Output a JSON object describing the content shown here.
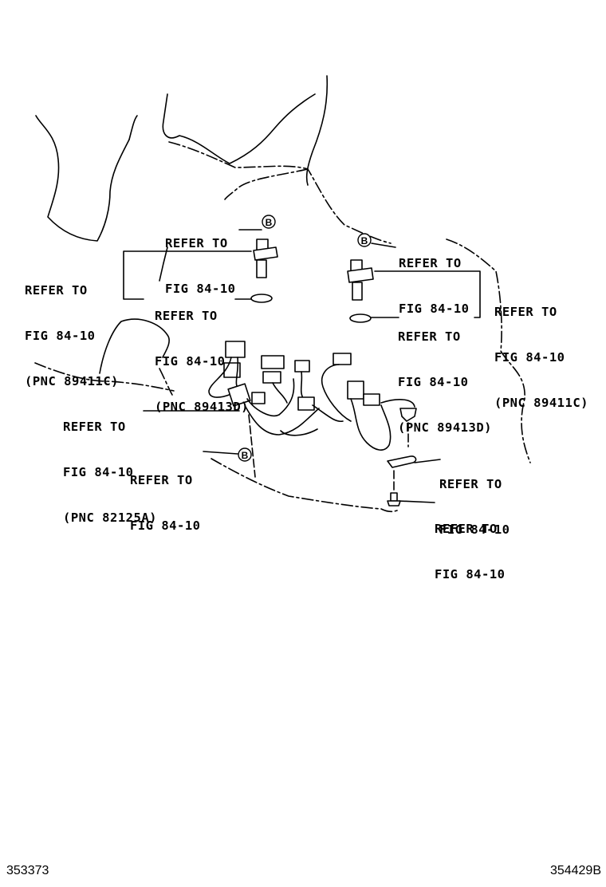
{
  "callouts": {
    "c1": {
      "line1": "REFER TO",
      "line2": "FIG 84-10"
    },
    "c2": {
      "line1": "REFER TO",
      "line2": "FIG 84-10",
      "line3": "(PNC 89411C)"
    },
    "c3": {
      "line1": "REFER TO",
      "line2": "FIG 84-10",
      "line3": "(PNC 89413D)"
    },
    "c4": {
      "line1": "REFER TO",
      "line2": "FIG 84-10"
    },
    "c5": {
      "line1": "REFER TO",
      "line2": "FIG 84-10",
      "line3": "(PNC 89411C)"
    },
    "c6": {
      "line1": "REFER TO",
      "line2": "FIG 84-10",
      "line3": "(PNC 89413D)"
    },
    "c7": {
      "line1": "REFER TO",
      "line2": "FIG 84-10",
      "line3": "(PNC 82125A)"
    },
    "c8": {
      "line1": "REFER TO",
      "line2": "FIG 84-10"
    },
    "c9": {
      "line1": "REFER TO",
      "line2": "FIG 84-10"
    },
    "c10": {
      "line1": "REFER TO",
      "line2": "FIG 84-10"
    }
  },
  "markers": {
    "b1": "B",
    "b2": "B",
    "b3": "B"
  },
  "footer": {
    "left_code": "353373",
    "right_code": "354429B"
  }
}
